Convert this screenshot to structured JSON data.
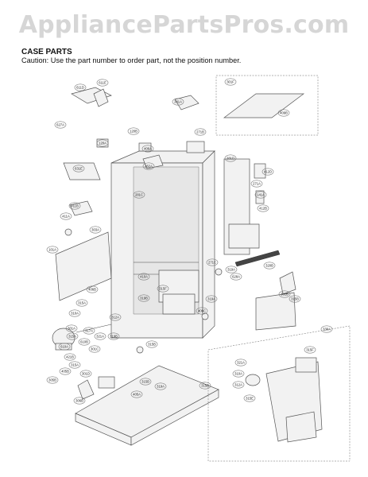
{
  "header": {
    "watermark": "AppliancePartsPros.com",
    "title": "CASE PARTS",
    "caution": "Caution: Use the part number to order part, not the position number."
  },
  "callouts": [
    "611E",
    "611D",
    "301F",
    "281A",
    "409B",
    "627A",
    "120B",
    "271B",
    "406A",
    "120A",
    "281D",
    "412D",
    "262A",
    "631E",
    "271A",
    "281C",
    "141A",
    "412B",
    "411B",
    "411A",
    "303A",
    "101A",
    "320B",
    "271C",
    "319A",
    "628A",
    "410A",
    "319B",
    "315F",
    "406B",
    "319A",
    "315A",
    "310A",
    "406C",
    "301A",
    "315A",
    "301B",
    "315B",
    "317A",
    "610A",
    "312A",
    "319B",
    "321A",
    "610B",
    "421B",
    "301C",
    "315B",
    "315A",
    "405B",
    "301D",
    "305B",
    "306B",
    "315B",
    "405A",
    "319A",
    "315B",
    "330A",
    "315F",
    "321A",
    "310A",
    "312A",
    "315E"
  ]
}
